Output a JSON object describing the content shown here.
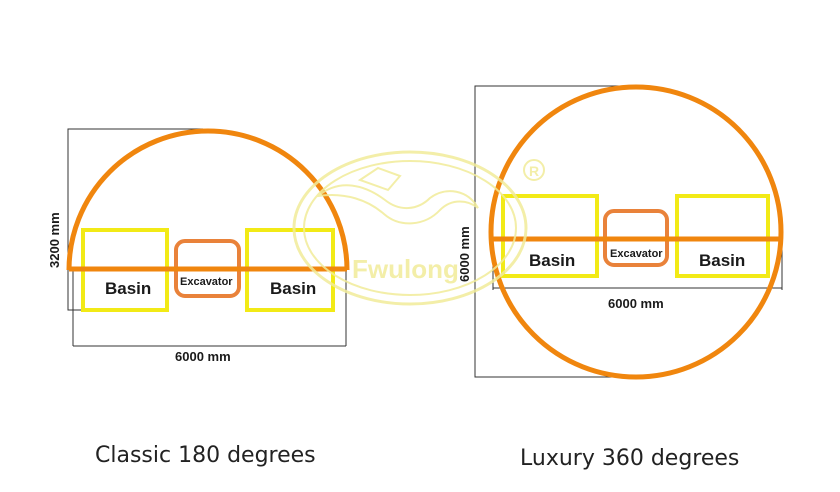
{
  "classic": {
    "width_label": "6000 mm",
    "height_label": "3200 mm",
    "left_basin": "Basin",
    "excavator": "Excavator",
    "right_basin": "Basin",
    "caption": "Classic 180 degrees"
  },
  "luxury": {
    "width_label": "6000 mm",
    "height_label": "6000 mm",
    "left_basin": "Basin",
    "excavator": "Excavator",
    "right_basin": "Basin",
    "caption": "Luxury 360 degrees"
  },
  "watermark": {
    "text": "Fwulong",
    "registered_mark": "®"
  },
  "colors": {
    "track": "#f0860e",
    "basin": "#f2ea16",
    "excavator": "#e9823a",
    "frame": "#333333",
    "watermark": "#f1ec9a"
  }
}
